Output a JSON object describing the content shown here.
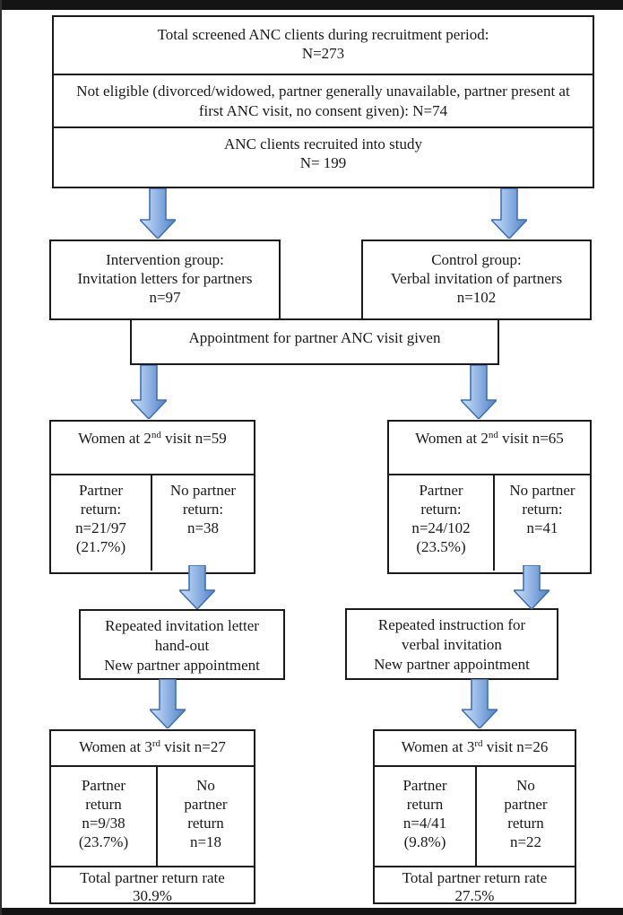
{
  "figure": {
    "type": "study-flow-diagram",
    "description": "ANC partner invitation study recruitment flowchart"
  },
  "colors": {
    "box_border": "#1a1a1a",
    "arrow_light": "#cfe2f6",
    "arrow_mid": "#8fb3e3",
    "arrow_dark": "#5180c3",
    "arrow_border": "#3f6fb5",
    "frame_bar": "#141414"
  },
  "top_box": {
    "row1_line1": "Total screened ANC clients during recruitment period:",
    "row1_line2": "N=273",
    "row2": "Not eligible (divorced/widowed, partner generally unavailable, partner present at first ANC visit, no consent given): N=74",
    "row3_line1": "ANC clients recruited into study",
    "row3_line2": "N= 199"
  },
  "intervention": {
    "line1": "Intervention group:",
    "line2": "Invitation letters for partners",
    "line3": "n=97"
  },
  "control": {
    "line1": "Control group:",
    "line2": "Verbal invitation of partners",
    "line3": "n=102"
  },
  "appointment": {
    "text": "Appointment for partner ANC visit given"
  },
  "visit2_left": {
    "header": {
      "prefix": "Women at 2",
      "sup": "nd",
      "suffix": " visit n=59"
    },
    "partner_cell": [
      "Partner",
      "return:",
      "n=21/97",
      "(21.7%)"
    ],
    "no_partner_cell": [
      "No partner",
      "return:",
      "n=38"
    ]
  },
  "visit2_right": {
    "header": {
      "prefix": "Women at 2",
      "sup": "nd",
      "suffix": " visit n=65"
    },
    "partner_cell": [
      "Partner",
      "return:",
      "n=24/102",
      "(23.5%)"
    ],
    "no_partner_cell": [
      "No partner",
      "return:",
      "n=41"
    ]
  },
  "repeated_left": {
    "line1": "Repeated invitation letter",
    "line2": "hand-out",
    "line3": "New partner appointment"
  },
  "repeated_right": {
    "line1": "Repeated instruction for",
    "line2": "verbal invitation",
    "line3": "New partner appointment"
  },
  "visit3_left": {
    "header": {
      "prefix": "Women at 3",
      "sup": "rd",
      "suffix": " visit n=27"
    },
    "partner_cell": [
      "Partner",
      "return",
      "n=9/38",
      "(23.7%)"
    ],
    "no_partner_cell": [
      "No",
      "partner",
      "return",
      "n=18"
    ],
    "total_line1": "Total partner return rate",
    "total_line2": "30.9%"
  },
  "visit3_right": {
    "header": {
      "prefix": "Women at 3",
      "sup": "rd",
      "suffix": " visit n=26"
    },
    "partner_cell": [
      "Partner",
      "return",
      "n=4/41",
      "(9.8%)"
    ],
    "no_partner_cell": [
      "No",
      "partner",
      "return",
      "n=22"
    ],
    "total_line1": "Total partner return rate",
    "total_line2": "27.5%"
  }
}
